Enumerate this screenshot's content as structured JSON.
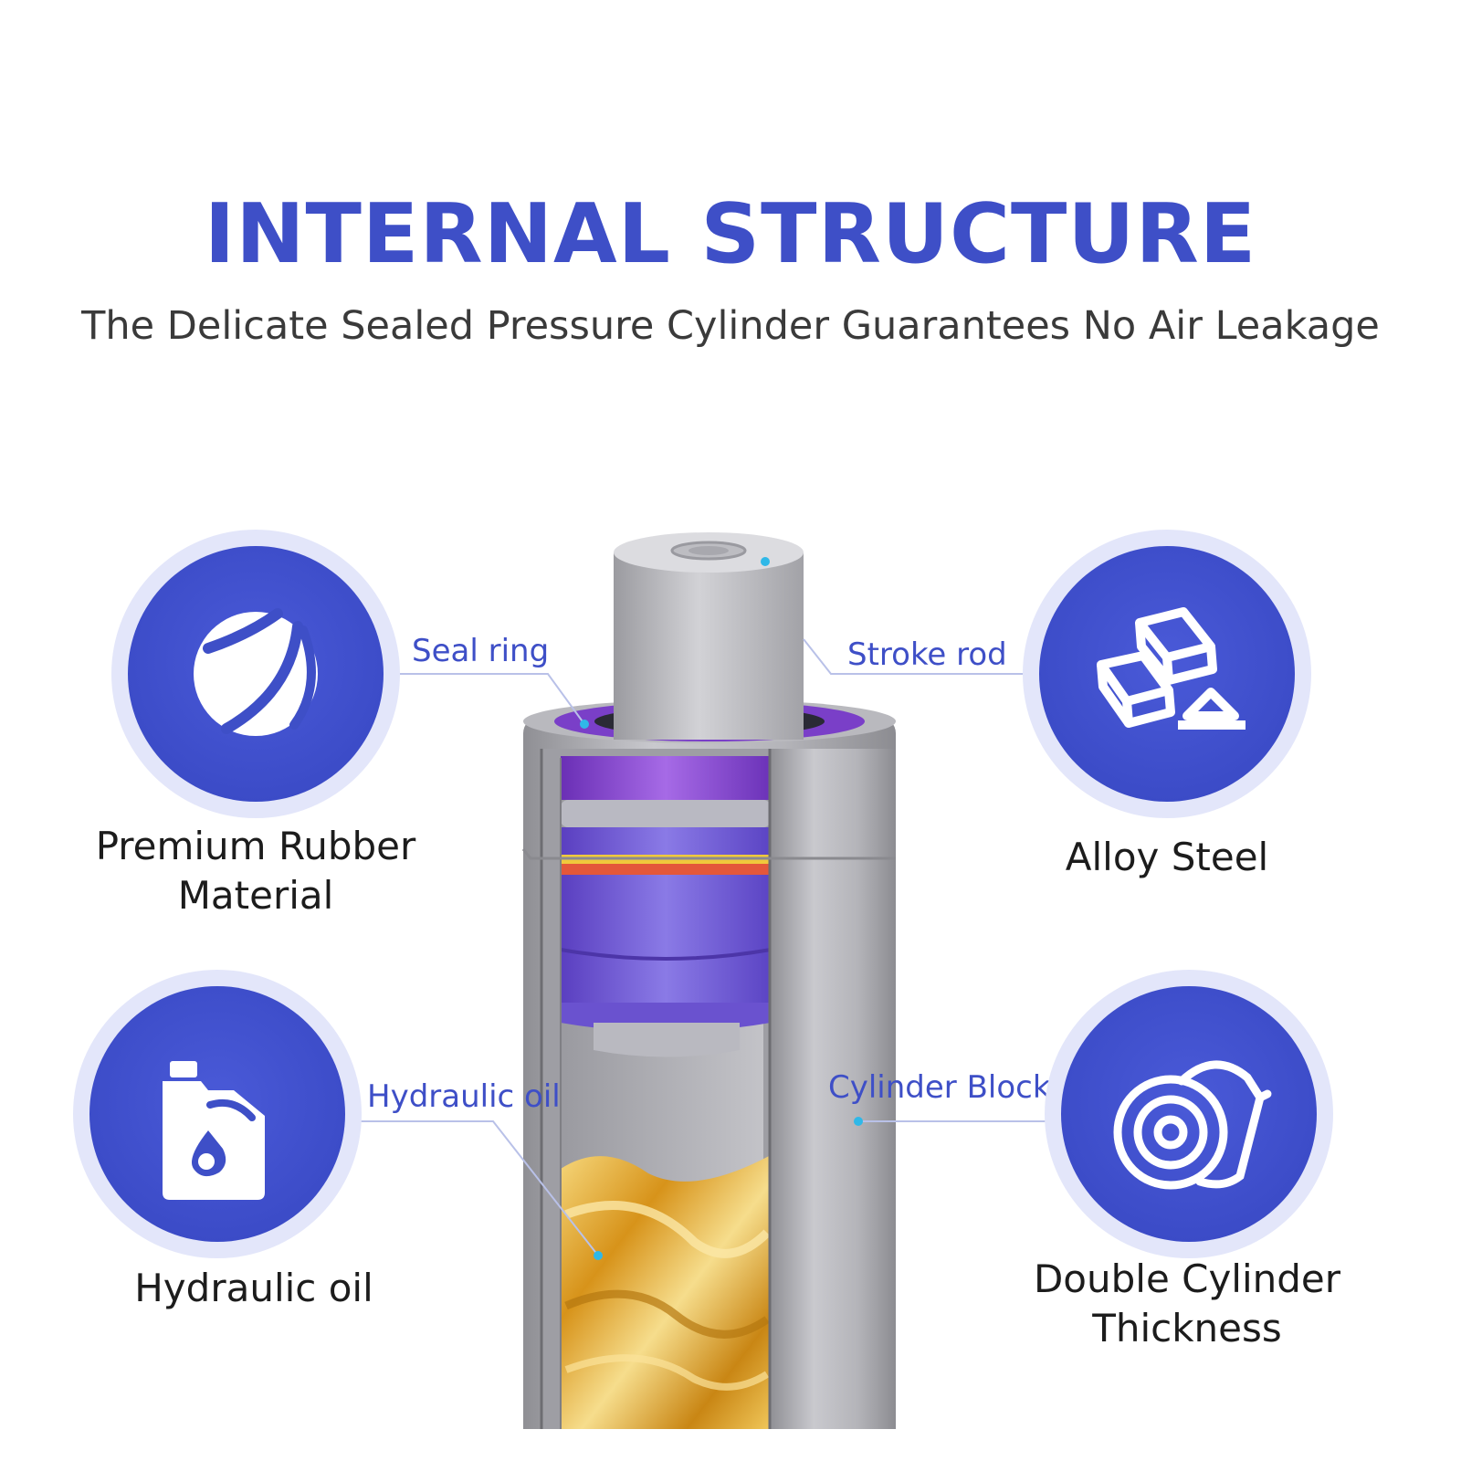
{
  "header": {
    "title": "INTERNAL STRUCTURE",
    "subtitle": "The Delicate Sealed Pressure Cylinder Guarantees No Air Leakage"
  },
  "callouts": {
    "seal_ring": "Seal ring",
    "stroke_rod": "Stroke rod",
    "hydraulic_oil": "Hydraulic oil",
    "cylinder_block": "Cylinder Block"
  },
  "features": {
    "rubber_line1": "Premium Rubber",
    "rubber_line2": "Material",
    "alloy": "Alloy Steel",
    "oil": "Hydraulic oil",
    "thickness_line1": "Double Cylinder",
    "thickness_line2": "Thickness"
  },
  "icons": {
    "rubber": "rubber-ball-icon",
    "alloy": "metal-ingots-icon",
    "oil": "oil-canister-icon",
    "thickness": "tape-roll-icon"
  },
  "colors": {
    "accent": "#3e4fc7",
    "badge_halo": "#e3e6fa",
    "seal_purple": "#7a3fc8",
    "oil_gold": "#e0a21e"
  }
}
